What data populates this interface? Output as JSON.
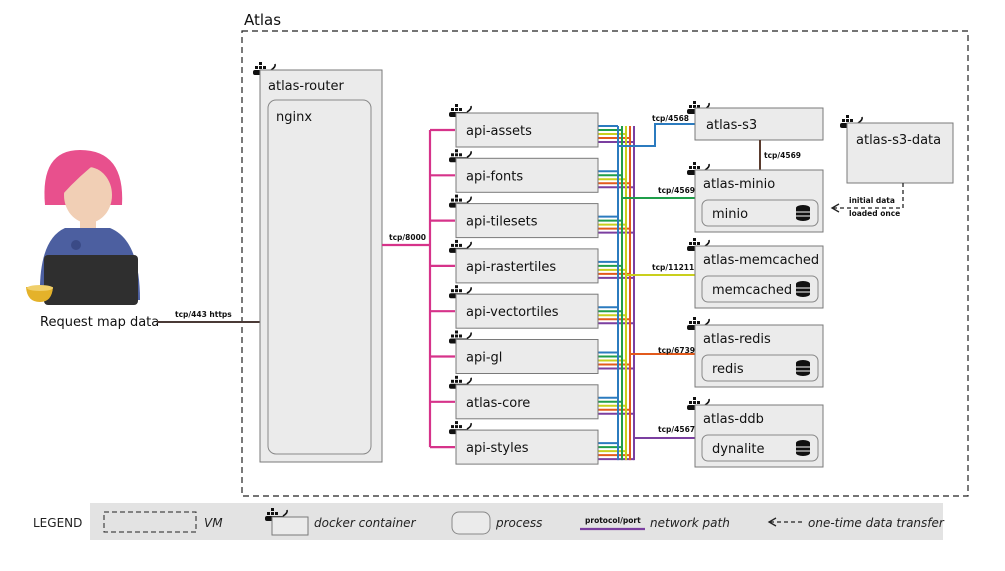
{
  "title": "Atlas",
  "user": {
    "label": "Request map data",
    "edge_label": "tcp/443 https"
  },
  "router": {
    "name": "atlas-router",
    "process": "nginx",
    "edge_label": "tcp/8000"
  },
  "apis": [
    {
      "name": "api-assets"
    },
    {
      "name": "api-fonts"
    },
    {
      "name": "api-tilesets"
    },
    {
      "name": "api-rastertiles"
    },
    {
      "name": "api-vectortiles"
    },
    {
      "name": "api-gl"
    },
    {
      "name": "atlas-core"
    },
    {
      "name": "api-styles"
    }
  ],
  "stores": [
    {
      "name": "atlas-s3",
      "process": "",
      "edge_label": "tcp/4568",
      "color": "#2b7bbf"
    },
    {
      "name": "atlas-minio",
      "process": "minio",
      "edge_label": "tcp/4569",
      "color": "#1f9e4a"
    },
    {
      "name": "atlas-memcached",
      "process": "memcached",
      "edge_label": "tcp/11211",
      "color": "#c9cf1d"
    },
    {
      "name": "atlas-redis",
      "process": "redis",
      "edge_label": "tcp/6739",
      "color": "#e25a1c"
    },
    {
      "name": "atlas-ddb",
      "process": "dynalite",
      "edge_label": "tcp/4567",
      "color": "#7b3fa0"
    }
  ],
  "s3_link_label": "tcp/4569",
  "s3data": {
    "name": "atlas-s3-data",
    "note_line1": "initial data",
    "note_line2": "loaded once"
  },
  "colors": {
    "router_link": "#d6338a",
    "user_link": "#4a3a36",
    "s3_minio_link": "#5a3b2e",
    "hair": "#e8508d",
    "skin": "#f1cfb5",
    "shirt": "#4c5fa0",
    "laptop": "#2f2f2f",
    "cup": "#e4b22a"
  },
  "legend": {
    "title": "LEGEND",
    "vm": "VM",
    "docker": "docker container",
    "process": "process",
    "net_label": "protocol/port",
    "net": "network path",
    "transfer": "one-time data transfer"
  }
}
